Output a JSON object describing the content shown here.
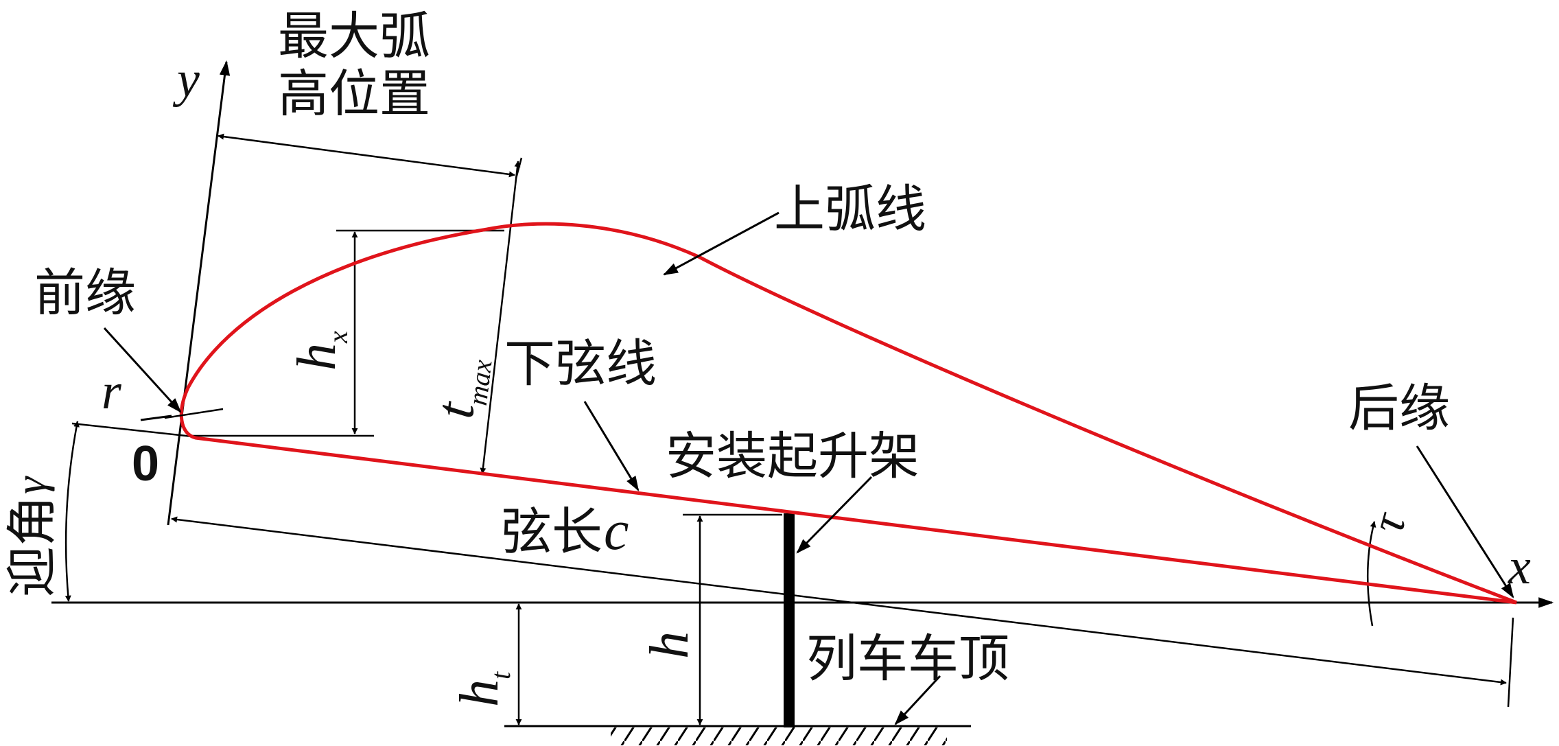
{
  "labels": {
    "max_camber_line1": "最大弧",
    "max_camber_line2": "高位置",
    "y_axis": "y",
    "x_axis": "x",
    "leading_edge": "前缘",
    "upper_arc": "上弧线",
    "lower_chord": "下弦线",
    "trailing_edge": "后缘",
    "mount_lift": "安装起升架",
    "chord_length": "弦长",
    "chord_symbol": "c",
    "attack_angle": "迎角",
    "attack_symbol": "γ",
    "train_roof": "列车车顶",
    "radius_symbol": "r",
    "origin": "0",
    "h_x_main": "h",
    "h_x_sub": "x",
    "t_max_main": "t",
    "t_max_sub": "max",
    "h_t_main": "h",
    "h_t_sub": "t",
    "h_symbol": "h",
    "tau_symbol": "τ"
  },
  "colors": {
    "profile": "#e0141b",
    "lines": "#000000"
  }
}
